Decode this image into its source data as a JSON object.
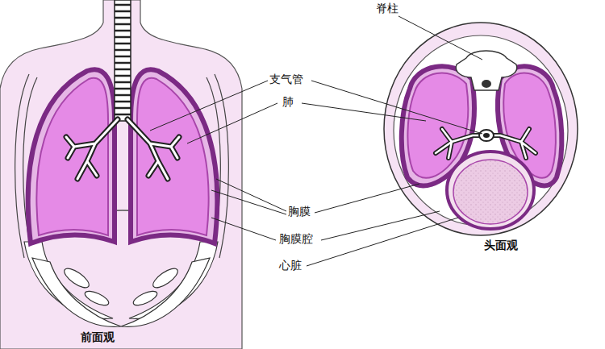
{
  "diagram": {
    "labels": [
      "脊柱",
      "支气管",
      "肺",
      "胸膜",
      "胸膜腔",
      "心脏",
      "头面观",
      "前面观"
    ]
  }
}
